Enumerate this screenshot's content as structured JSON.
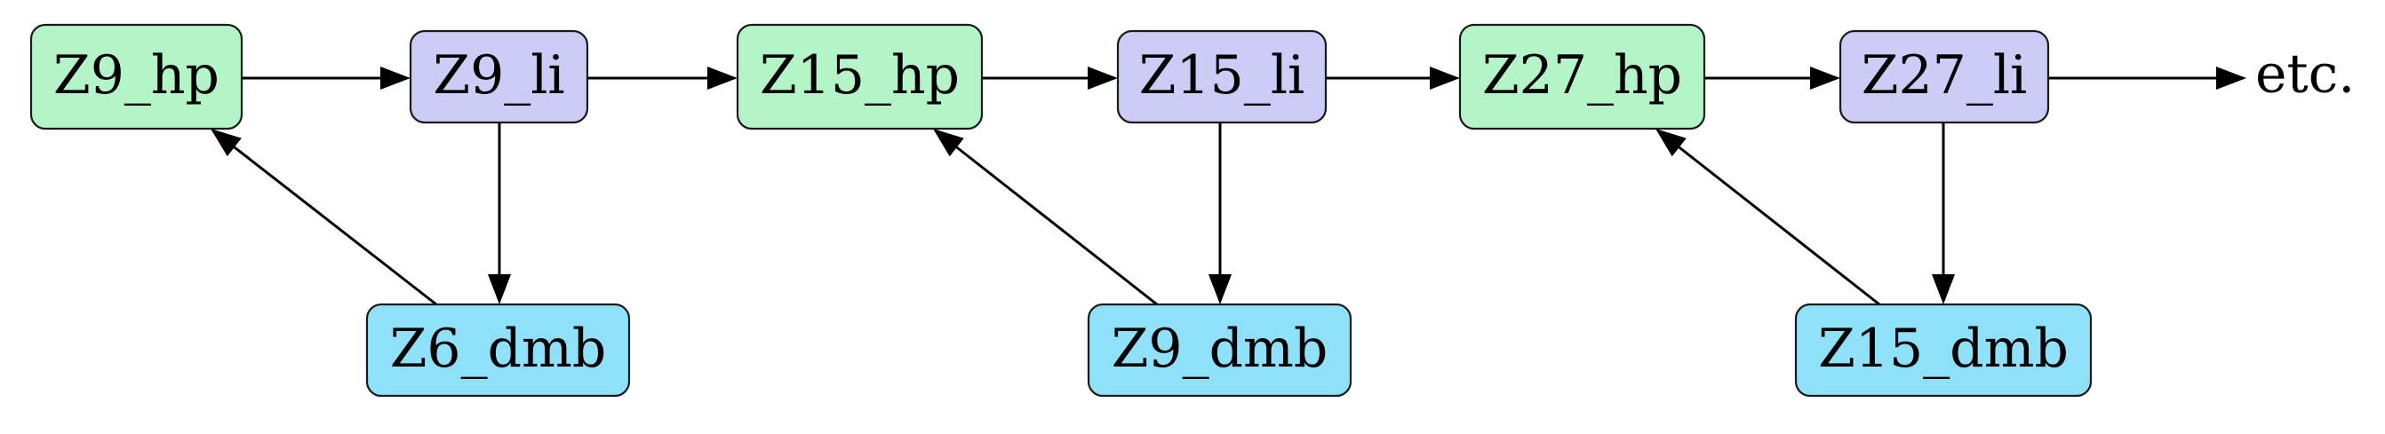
{
  "diagram": {
    "colors": {
      "hp_fill": "#b3f5c7",
      "li_fill": "#ccccf7",
      "dmb_fill": "#8fe1f9",
      "stroke": "#1a1a1a",
      "edge": "#000000"
    },
    "nodes": [
      {
        "id": "z9_hp",
        "label": "Z9_hp",
        "kind": "hp"
      },
      {
        "id": "z9_li",
        "label": "Z9_li",
        "kind": "li"
      },
      {
        "id": "z6_dmb",
        "label": "Z6_dmb",
        "kind": "dmb"
      },
      {
        "id": "z15_hp",
        "label": "Z15_hp",
        "kind": "hp"
      },
      {
        "id": "z15_li",
        "label": "Z15_li",
        "kind": "li"
      },
      {
        "id": "z9_dmb",
        "label": "Z9_dmb",
        "kind": "dmb"
      },
      {
        "id": "z27_hp",
        "label": "Z27_hp",
        "kind": "hp"
      },
      {
        "id": "z27_li",
        "label": "Z27_li",
        "kind": "li"
      },
      {
        "id": "z15_dmb",
        "label": "Z15_dmb",
        "kind": "dmb"
      }
    ],
    "edges": [
      {
        "from": "z9_hp",
        "to": "z9_li"
      },
      {
        "from": "z9_li",
        "to": "z15_hp"
      },
      {
        "from": "z9_li",
        "to": "z6_dmb"
      },
      {
        "from": "z6_dmb",
        "to": "z9_hp"
      },
      {
        "from": "z15_hp",
        "to": "z15_li"
      },
      {
        "from": "z15_li",
        "to": "z27_hp"
      },
      {
        "from": "z15_li",
        "to": "z9_dmb"
      },
      {
        "from": "z9_dmb",
        "to": "z15_hp"
      },
      {
        "from": "z27_hp",
        "to": "z27_li"
      },
      {
        "from": "z27_li",
        "to": "etc"
      },
      {
        "from": "z27_li",
        "to": "z15_dmb"
      },
      {
        "from": "z15_dmb",
        "to": "z27_hp"
      }
    ],
    "continuation_label": "etc."
  }
}
